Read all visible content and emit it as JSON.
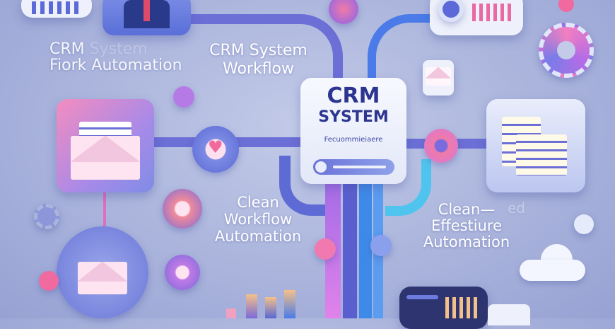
{
  "texts": {
    "top_left_line1": "CRM",
    "top_left_faded": "System",
    "top_left_line2": "Fiork Automation",
    "center_title_line1": "CRM System",
    "center_title_line2": "Workflow",
    "card_title_line1": "CRM",
    "card_title_line2": "SYSTEM",
    "card_subtitle": "Fecuommieiaere",
    "left_block": [
      "Clean",
      "Workflow",
      "Automation"
    ],
    "right_block": [
      "Clean—",
      "Effestiure",
      "Automation"
    ],
    "right_faded": "ed"
  },
  "colors": {
    "background": "#aab4dc",
    "pipe_purple": "#6b6fd6",
    "pipe_pink": "#d77be6",
    "pipe_blue": "#4a7be8",
    "pipe_cyan": "#4fc4ee",
    "card_title": "#2c3590"
  }
}
